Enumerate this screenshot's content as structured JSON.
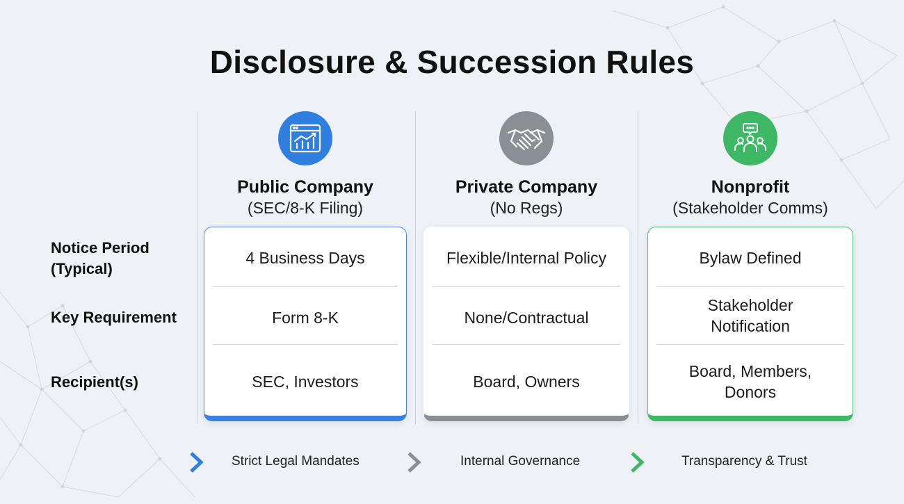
{
  "title": "Disclosure & Succession Rules",
  "columns": [
    {
      "name": "Public Company",
      "sub": "(SEC/8-K Filing)",
      "icon": "chart-dashboard-icon",
      "color": "#2f7fe0"
    },
    {
      "name": "Private Company",
      "sub": "(No Regs)",
      "icon": "handshake-icon",
      "color": "#8a8f96"
    },
    {
      "name": "Nonprofit",
      "sub": "(Stakeholder Comms)",
      "icon": "community-group-icon",
      "color": "#3fb866"
    }
  ],
  "row_labels": {
    "notice": [
      "Notice Period",
      "(Typical)"
    ],
    "requirement": "Key Requirement",
    "recipients": "Recipient(s)"
  },
  "cells": {
    "public": {
      "notice": "4 Business Days",
      "requirement": "Form 8-K",
      "recipients": "SEC, Investors"
    },
    "private": {
      "notice": "Flexible/Internal Policy",
      "requirement": "None/Contractual",
      "recipients": "Board, Owners"
    },
    "nonprofit": {
      "notice": "Bylaw Defined",
      "requirement": [
        "Stakeholder",
        "Notification"
      ],
      "recipients": [
        "Board, Members,",
        "Donors"
      ]
    }
  },
  "footer": [
    {
      "label": "Strict Legal Mandates",
      "icon": "chevron-right-icon",
      "color": "#2f7fe0"
    },
    {
      "label": "Internal Governance",
      "icon": "chevron-right-icon",
      "color": "#8a8f96"
    },
    {
      "label": "Transparency & Trust",
      "icon": "chevron-right-icon",
      "color": "#3fb866"
    }
  ]
}
